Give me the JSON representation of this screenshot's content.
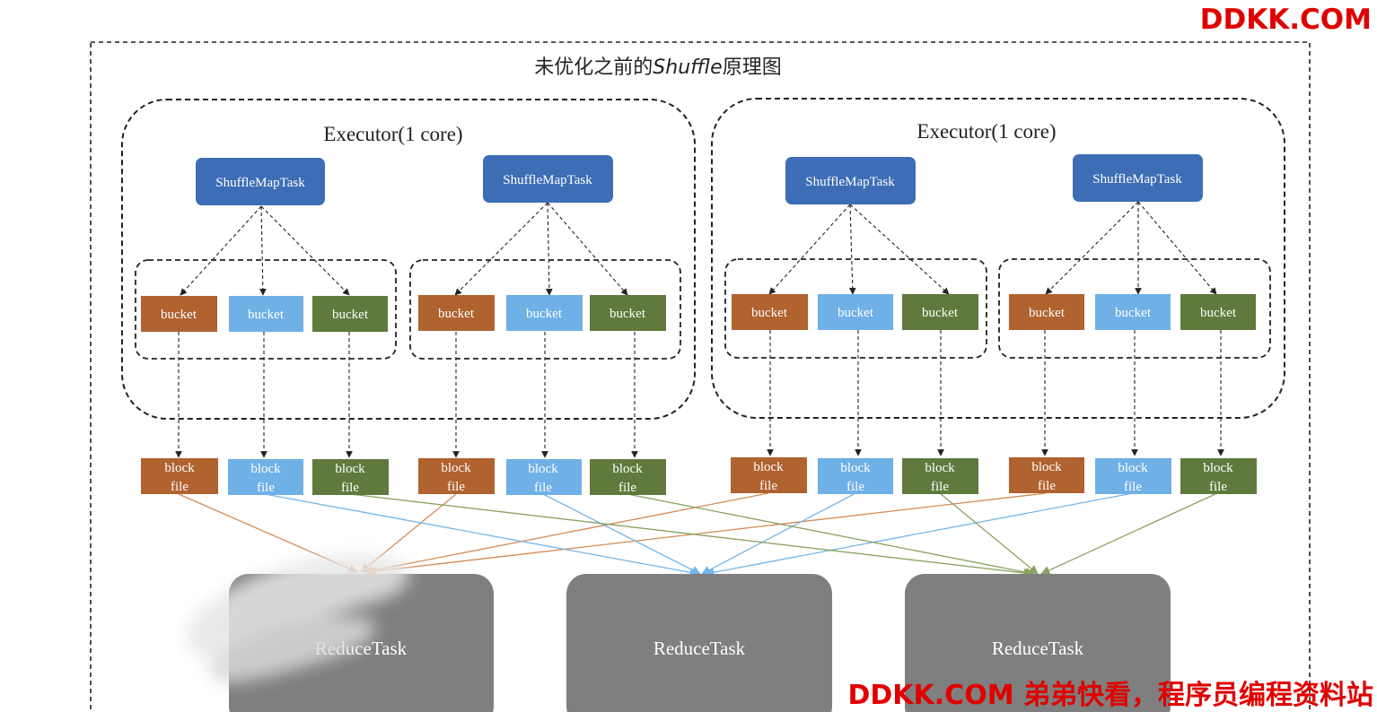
{
  "title": "未优化之前的Shuffle原理图",
  "title_parts": {
    "prefix": "未优化之前的",
    "italic": "Shuffle",
    "suffix": "原理图"
  },
  "executor_label": "Executor(1 core)",
  "shuffle_map_task_label": "ShuffleMapTask",
  "bucket_label": "bucket",
  "block_file_label": [
    "block",
    "file"
  ],
  "reduce_task_label": "ReduceTask",
  "colors": {
    "task_blue": "#3d6db5",
    "bucket_orange": "#b0622f",
    "bucket_lightblue": "#6fb0e6",
    "bucket_green": "#5f7a3c",
    "reduce_gray": "#7f7f7f",
    "line_orange": "#d58a55",
    "line_blue": "#74b6e8",
    "line_green": "#8aa262",
    "watermark_red": "#e00000"
  },
  "executors": [
    {
      "name": "executor-1",
      "label": "Executor(1 core)",
      "tasks": [
        "ShuffleMapTask",
        "ShuffleMapTask"
      ]
    },
    {
      "name": "executor-2",
      "label": "Executor(1 core)",
      "tasks": [
        "ShuffleMapTask",
        "ShuffleMapTask"
      ]
    }
  ],
  "bucket_colors_per_task": [
    "orange",
    "lightblue",
    "green"
  ],
  "reduce_tasks": [
    "ReduceTask",
    "ReduceTask",
    "ReduceTask"
  ],
  "watermark_top": "DDKK.COM",
  "watermark_bottom": "DDKK.COM 弟弟快看，程序员编程资料站"
}
